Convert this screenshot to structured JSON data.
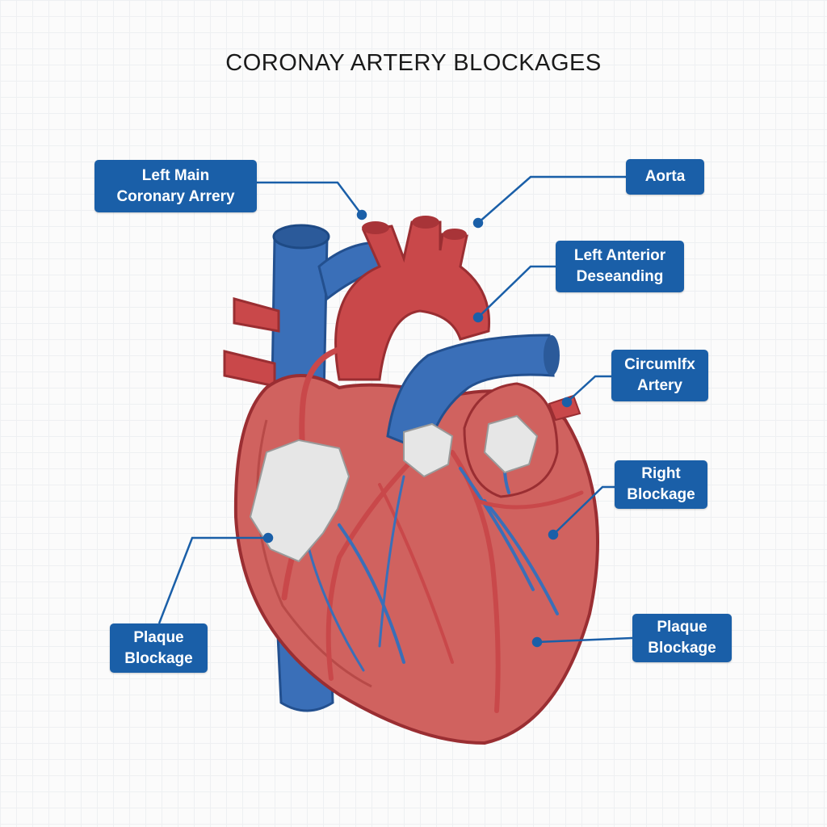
{
  "title": "CORONAY ARTERY BLOCKAGES",
  "labels": {
    "left_main": {
      "line1": "Left Main",
      "line2": "Coronary Arrery"
    },
    "aorta": {
      "line1": "Aorta"
    },
    "lad": {
      "line1": "Left Anterior",
      "line2": "Deseanding"
    },
    "circumflex": {
      "line1": "Circumlfx",
      "line2": "Artery"
    },
    "right_blockage": {
      "line1": "Right",
      "line2": "Blockage"
    },
    "plaque_left": {
      "line1": "Plaque",
      "line2": "Blockage"
    },
    "plaque_right": {
      "line1": "Plaque",
      "line2": "Blockage"
    }
  },
  "colors": {
    "label_bg": "#1a5fa8",
    "artery": "#c9484a",
    "vein": "#3a6fb8",
    "heart": "#d0625f",
    "plaque": "#e8e8e8"
  }
}
